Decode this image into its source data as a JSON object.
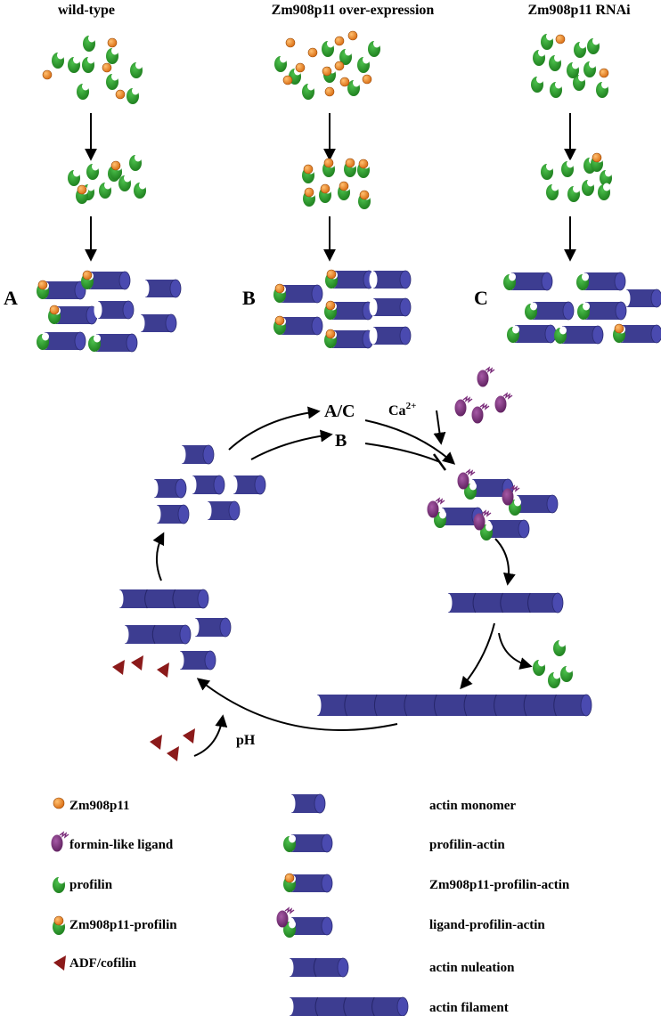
{
  "columns": {
    "wild": "wild-type",
    "over": "Zm908p11 over-expression",
    "rnai": "Zm908p11 RNAi"
  },
  "panel_labels": {
    "a": "A",
    "b": "B",
    "c": "C"
  },
  "cycle": {
    "ac": "A/C",
    "b": "B",
    "ca_base": "Ca",
    "ca_sup": "2+",
    "ph": "pH"
  },
  "legend": {
    "zm908p11": "Zm908p11",
    "formin": "formin-like ligand",
    "profilin": "profilin",
    "zm_profilin": "Zm908p11-profilin",
    "adf": "ADF/cofilin",
    "monomer": "actin monomer",
    "profilin_actin": "profilin-actin",
    "zm_profilin_actin": "Zm908p11-profilin-actin",
    "ligand_profilin_actin": "ligand-profilin-actin",
    "nucleation": "actin nuleation",
    "filament": "actin filament"
  },
  "colors": {
    "actin": "#3d3d91",
    "actin_cap": "#4a4ab0",
    "profilin": "#2e9a2e",
    "zm908p11": "#ec7a1e",
    "formin": "#7b2d7b",
    "adf": "#8b1a1a"
  }
}
